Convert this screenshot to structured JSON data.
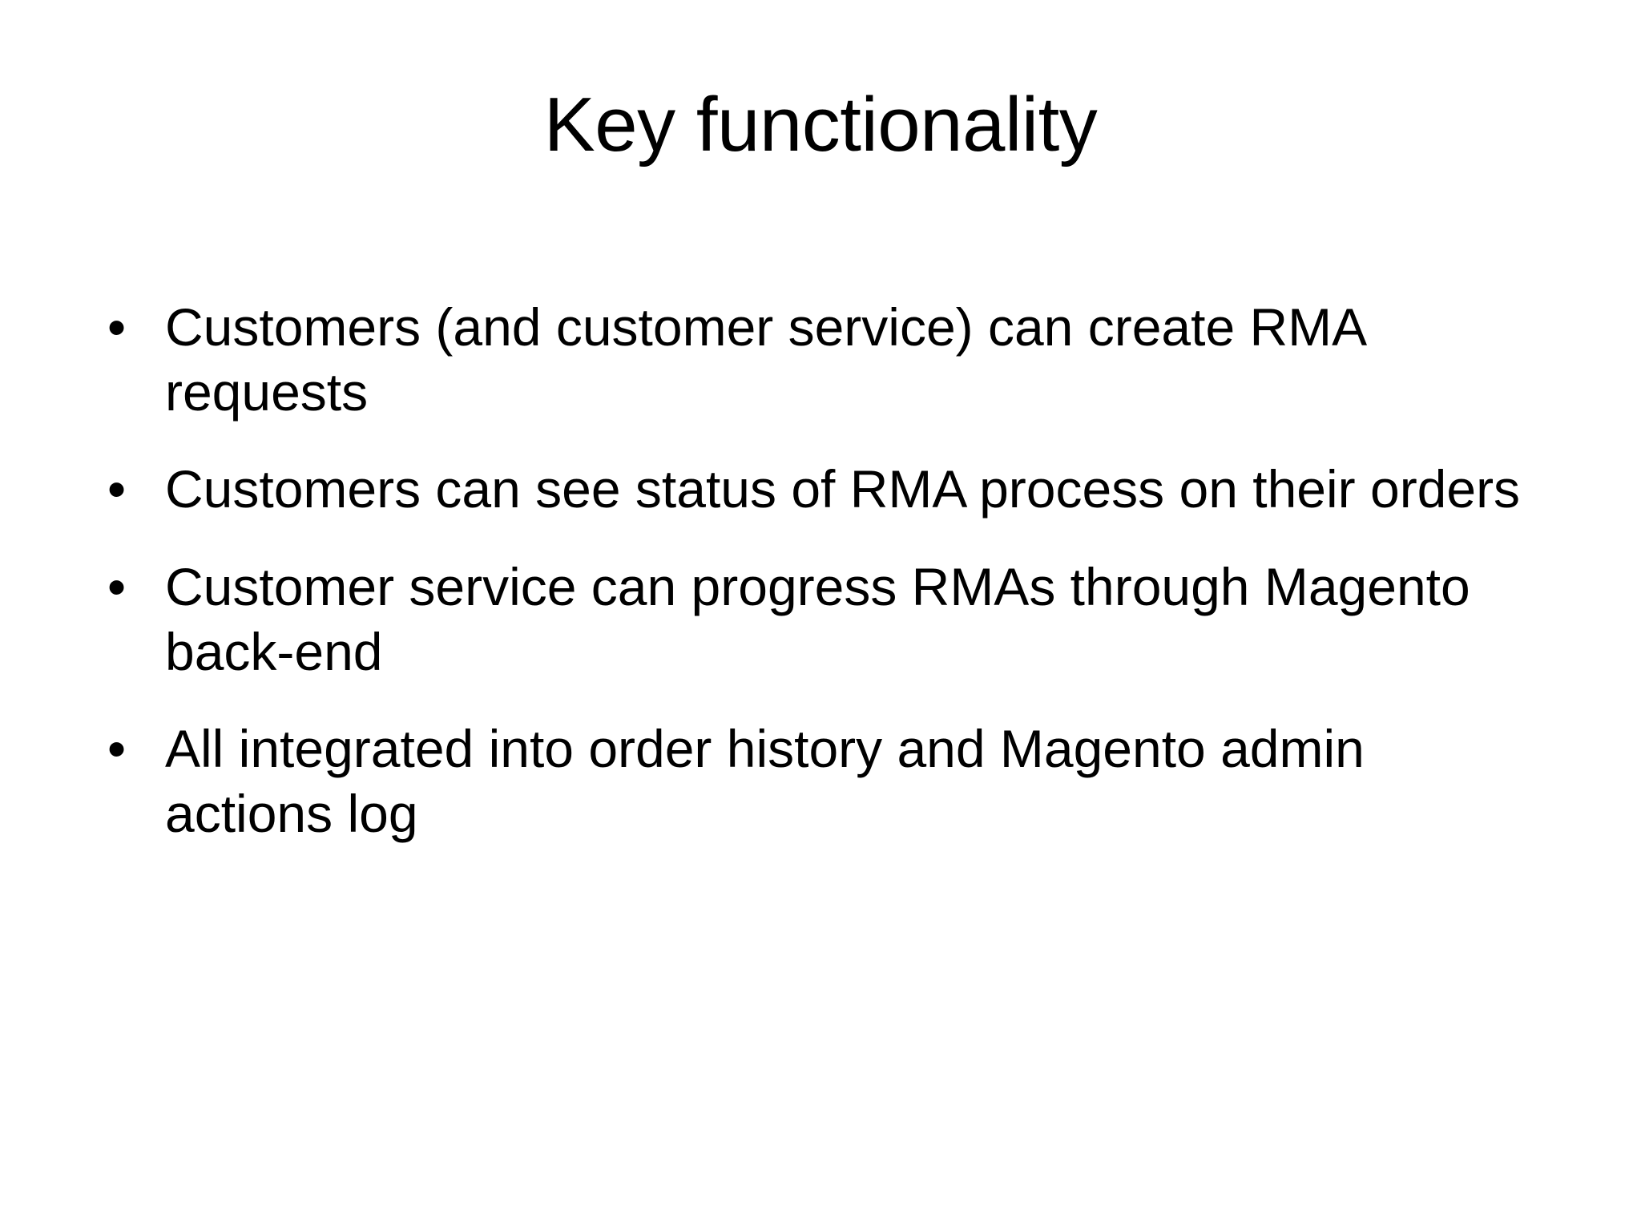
{
  "slide": {
    "title": "Key functionality",
    "background_color": "#ffffff",
    "text_color": "#000000",
    "bullet_glyph": "•",
    "bullets": [
      {
        "text": "Customers (and customer service) can create RMA requests"
      },
      {
        "text": "Customers can see status of RMA process on their orders"
      },
      {
        "text": "Customer service can progress RMAs through Magento back-end"
      },
      {
        "text": "All integrated into order history and Magento admin actions log"
      }
    ]
  }
}
